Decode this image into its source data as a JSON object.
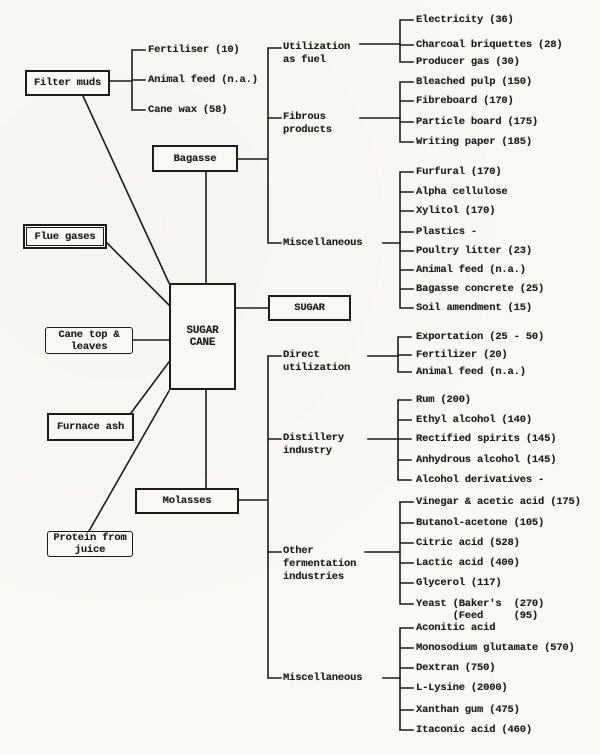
{
  "colors": {
    "ink": "#1c1c1c",
    "paper": "#faf9f4"
  },
  "nodes": {
    "sugar_cane": "SUGAR\nCANE",
    "filter_muds": "Filter muds",
    "flue_gases": "Flue gases",
    "cane_top_leaves": "Cane top &\nleaves",
    "furnace_ash": "Furnace ash",
    "protein_from_juice": "Protein from\njuice",
    "bagasse": "Bagasse",
    "sugar": "SUGAR",
    "molasses": "Molasses"
  },
  "filter_muds_products": [
    "Fertiliser (10)",
    "Animal feed (n.a.)",
    "Cane wax (58)"
  ],
  "bagasse_branch": {
    "categories": [
      {
        "label": "Utilization\nas fuel",
        "items": [
          "Electricity (36)",
          "Charcoal briquettes (28)",
          "Producer gas (30)"
        ]
      },
      {
        "label": "Fibrous\nproducts",
        "items": [
          "Bleached pulp (150)",
          "Fibreboard (170)",
          "Particle board (175)",
          "Writing paper (185)"
        ]
      },
      {
        "label": "Miscellaneous",
        "items": [
          "Furfural (170)",
          "Alpha cellulose",
          "Xylitol (170)",
          "Plastics -",
          "Poultry litter (23)",
          "Animal feed (n.a.)",
          "Bagasse concrete (25)",
          "Soil amendment (15)"
        ]
      }
    ]
  },
  "molasses_branch": {
    "categories": [
      {
        "label": "Direct\nutilization",
        "items": [
          "Exportation (25 - 50)",
          "Fertilizer (20)",
          "Animal feed (n.a.)"
        ]
      },
      {
        "label": "Distillery\nindustry",
        "items": [
          "Rum (200)",
          "Ethyl alcohol (140)",
          "Rectified spirits (145)",
          "Anhydrous alcohol (145)",
          "Alcohol derivatives -"
        ]
      },
      {
        "label": "Other\nfermentation\nindustries",
        "items": [
          "Vinegar & acetic acid (175)",
          "Butanol-acetone (105)",
          "Citric acid (528)",
          "Lactic acid (400)",
          "Glycerol (117)",
          "Yeast (Baker's  (270)\n      (Feed     (95)"
        ]
      },
      {
        "label": "Miscellaneous",
        "items": [
          "Aconitic acid",
          "Monosodium glutamate (570)",
          "Dextran (750)",
          "L-Lysine (2000)",
          "Xanthan gum (475)",
          "Itaconic acid (460)"
        ]
      }
    ]
  }
}
